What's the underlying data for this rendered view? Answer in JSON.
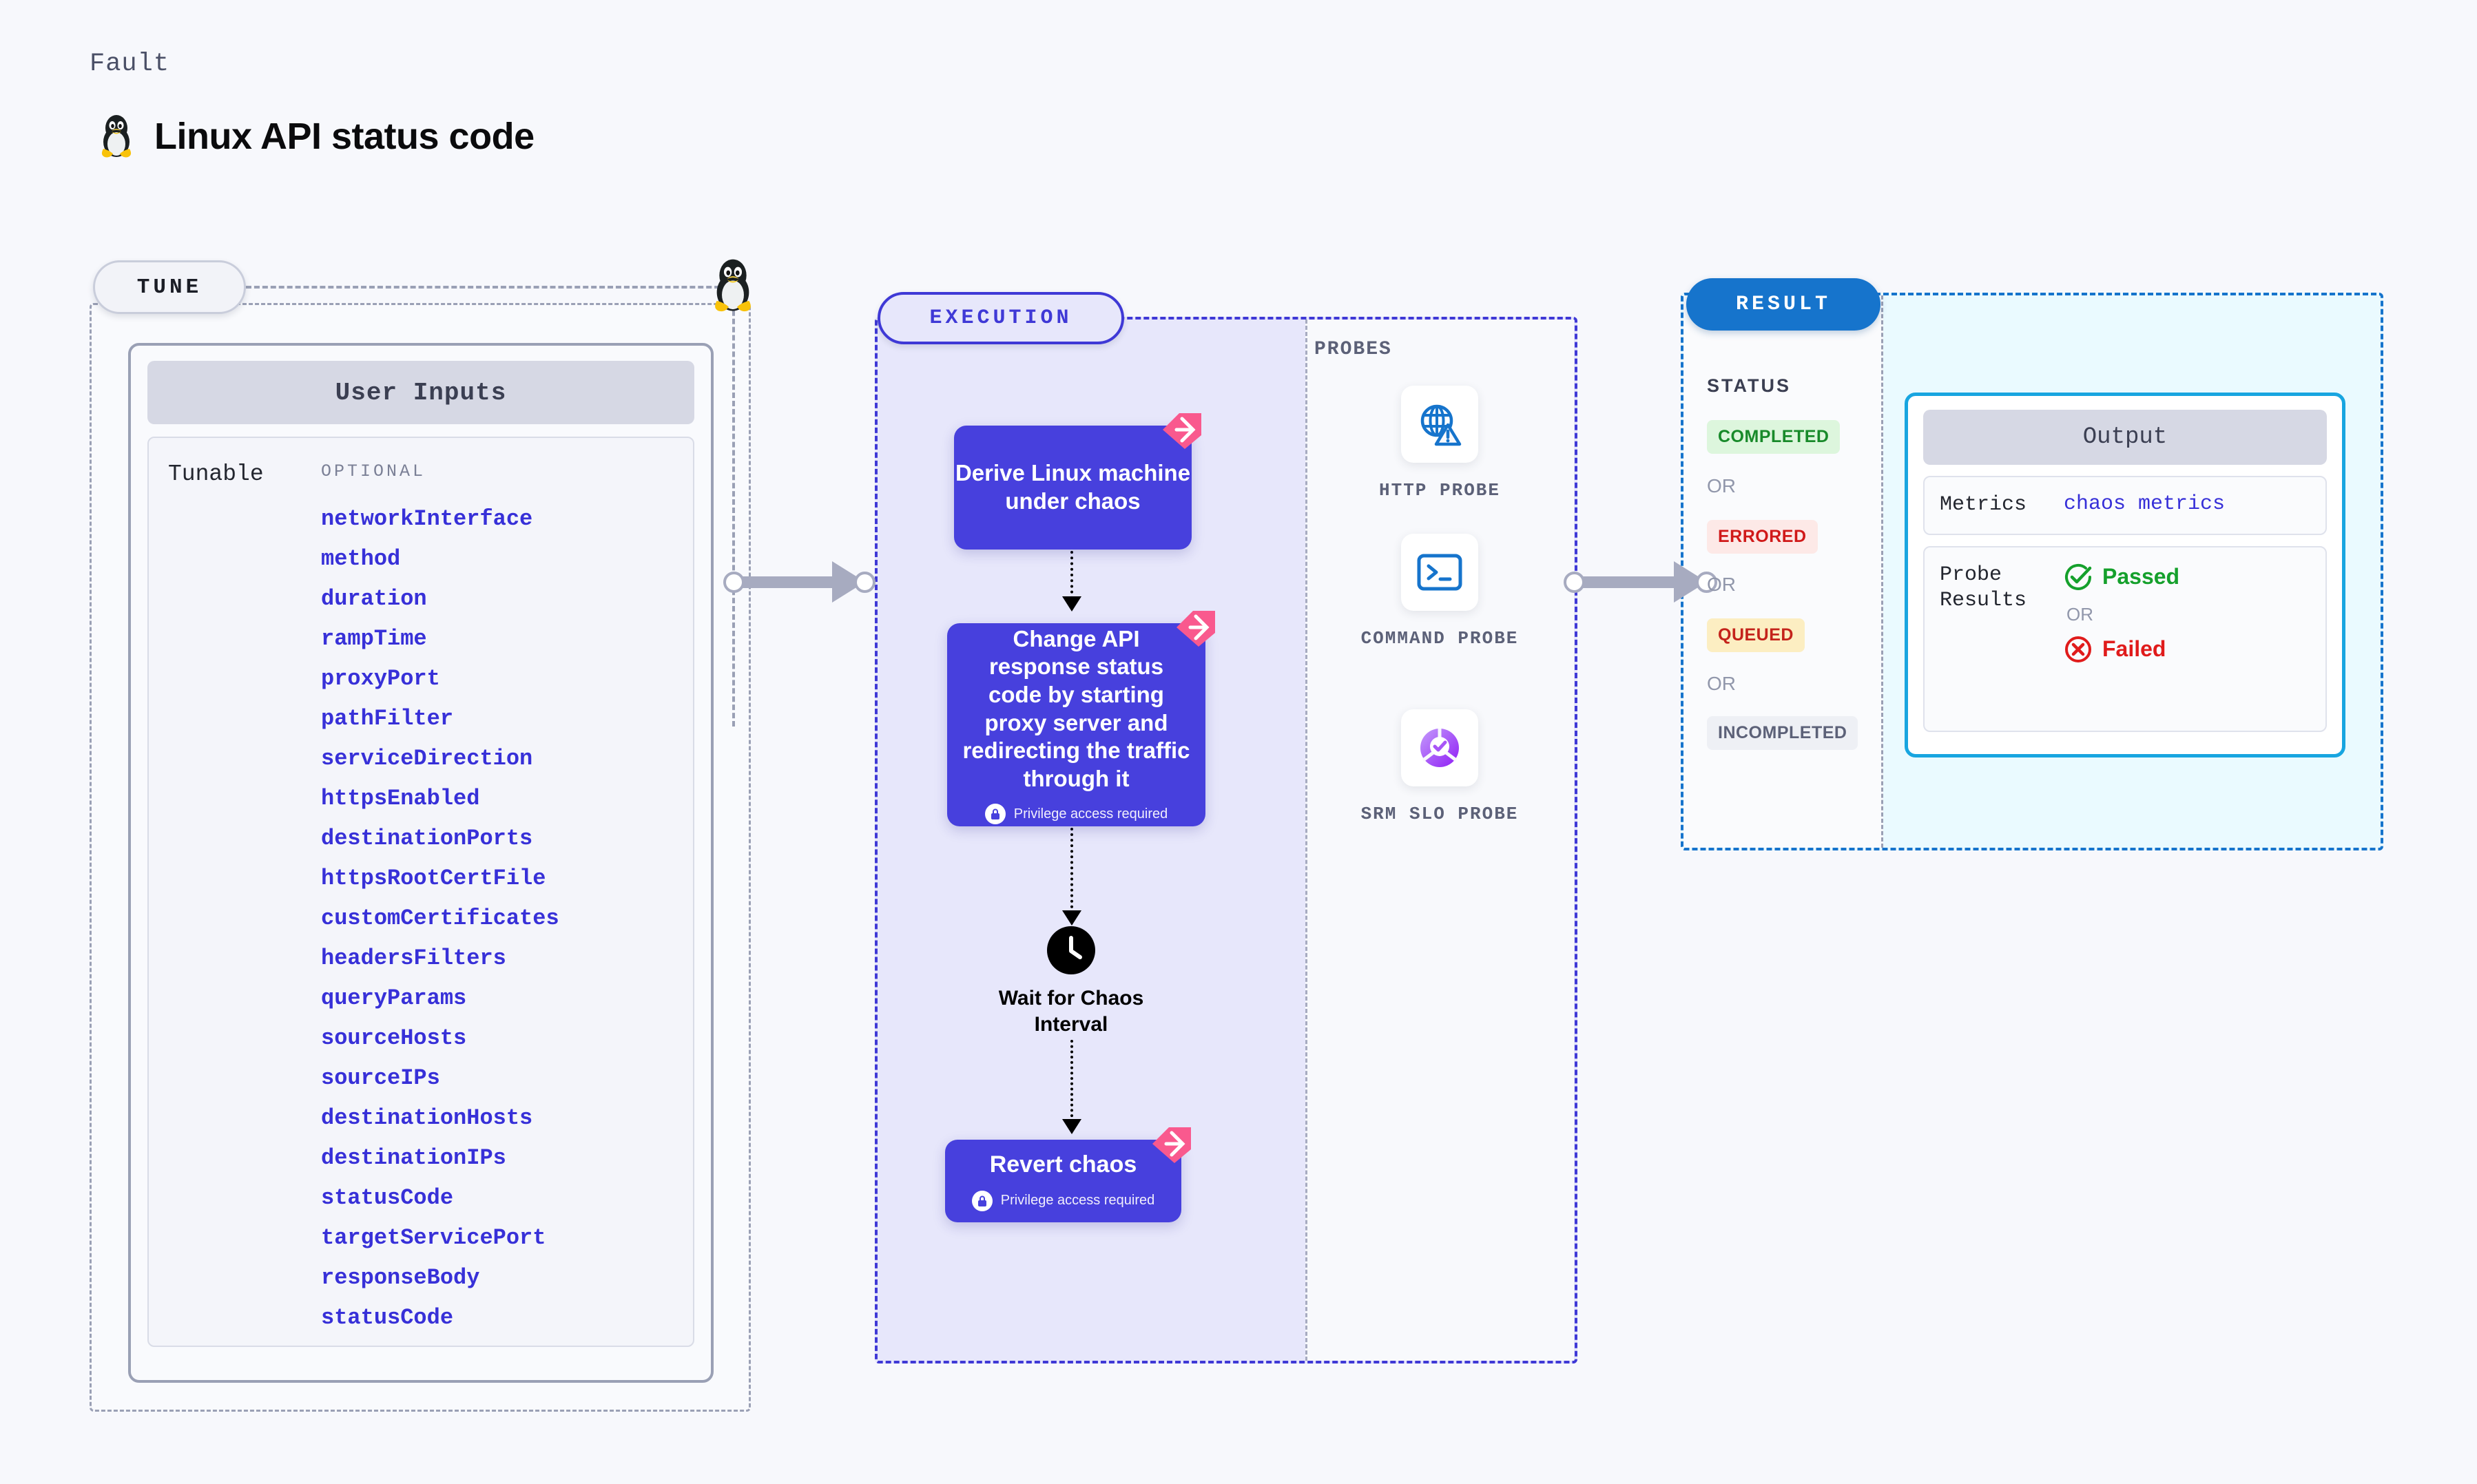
{
  "header": {
    "kicker": "Fault",
    "title": "Linux API status code",
    "os_icon": "linux-penguin-icon"
  },
  "tune": {
    "pill_label": "TUNE",
    "card_title": "User Inputs",
    "tunable_label": "Tunable",
    "optional_label": "OPTIONAL",
    "params": [
      "networkInterface",
      "method",
      "duration",
      "rampTime",
      "proxyPort",
      "pathFilter",
      "serviceDirection",
      "httpsEnabled",
      "destinationPorts",
      "httpsRootCertFile",
      "customCertificates",
      "headersFilters",
      "queryParams",
      "sourceHosts",
      "sourceIPs",
      "destinationHosts",
      "destinationIPs",
      "statusCode",
      "targetServicePort",
      "responseBody",
      "statusCode"
    ]
  },
  "execution": {
    "pill_label": "EXECUTION",
    "nodes": [
      {
        "text": "Derive Linux machine under chaos",
        "privilege": null
      },
      {
        "text": "Change API response status code by starting proxy server and redirecting the traffic through it",
        "privilege": "Privilege access required"
      },
      {
        "text": "Revert chaos",
        "privilege": "Privilege access required"
      }
    ],
    "wait_node": {
      "label": "Wait for Chaos Interval",
      "icon": "clock-icon"
    }
  },
  "probes": {
    "title": "PROBES",
    "items": [
      {
        "label": "HTTP PROBE",
        "icon": "globe-warning-icon"
      },
      {
        "label": "COMMAND PROBE",
        "icon": "terminal-icon"
      },
      {
        "label": "SRM SLO PROBE",
        "icon": "slo-donut-check-icon"
      }
    ]
  },
  "result": {
    "pill_label": "RESULT",
    "status_title": "STATUS",
    "or_label": "OR",
    "statuses": [
      {
        "label": "COMPLETED",
        "color": "#188a2a",
        "bg": "#ddf6dd"
      },
      {
        "label": "ERRORED",
        "color": "#d01919",
        "bg": "#fde9e7"
      },
      {
        "label": "QUEUED",
        "color": "#c4231b",
        "bg": "#fceec2"
      },
      {
        "label": "INCOMPLETED",
        "color": "#5c6178",
        "bg": "#eef0f5"
      }
    ],
    "output": {
      "title": "Output",
      "metrics_key": "Metrics",
      "metrics_value": "chaos metrics",
      "probe_results_key": "Probe Results",
      "passed_label": "Passed",
      "failed_label": "Failed",
      "or_label": "OR",
      "passed_color": "#15a02c",
      "failed_color": "#e01b1b"
    }
  }
}
